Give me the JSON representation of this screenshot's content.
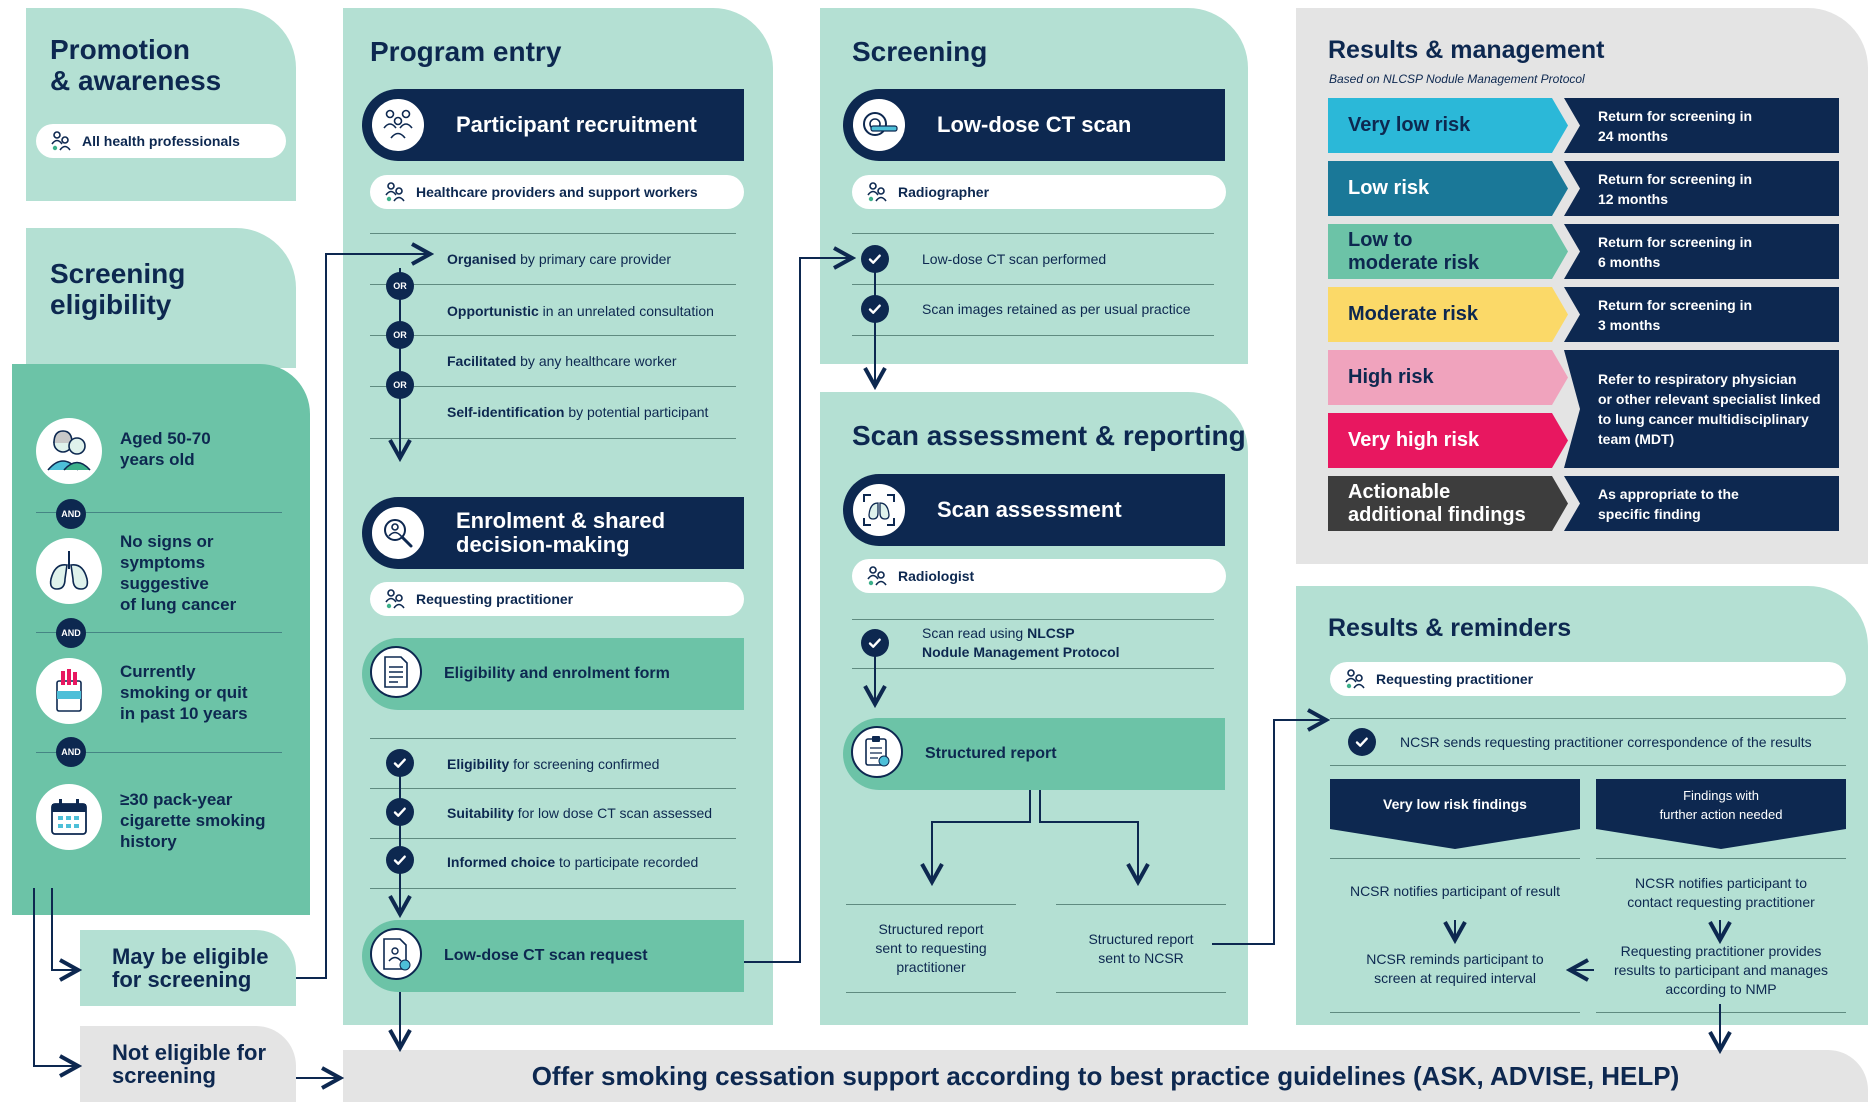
{
  "promotion": {
    "title": "Promotion\n& awareness",
    "role": "All health professionals"
  },
  "eligibility": {
    "title": "Screening\neligibility",
    "items": [
      {
        "text": "Aged 50-70\nyears old",
        "icon": "older-couple-icon"
      },
      {
        "text": "No signs or\nsymptoms\nsuggestive\nof lung cancer",
        "icon": "lungs-icon"
      },
      {
        "text": "Currently\nsmoking or quit\nin past 10 years",
        "icon": "cigarette-pack-icon"
      },
      {
        "text": "≥30 pack-year\ncigarette smoking\nhistory",
        "icon": "calendar-icon"
      }
    ],
    "and_label": "AND",
    "may_be": "May be eligible\nfor screening",
    "not_eligible": "Not eligible for\nscreening"
  },
  "program_entry": {
    "title": "Program entry",
    "recruitment": {
      "heading": "Participant recruitment",
      "role": "Healthcare providers and support workers",
      "or_label": "OR",
      "steps": [
        {
          "bold": "Organised",
          "rest": " by primary care provider"
        },
        {
          "bold": "Opportunistic",
          "rest": " in an unrelated consultation"
        },
        {
          "bold": "Facilitated",
          "rest": " by any healthcare worker"
        },
        {
          "bold": "Self-identification",
          "rest": " by potential participant"
        }
      ]
    },
    "enrolment": {
      "heading": "Enrolment & shared\ndecision-making",
      "role": "Requesting practitioner",
      "form": "Eligibility and enrolment form",
      "steps": [
        {
          "bold": "Eligibility",
          "rest": " for screening confirmed"
        },
        {
          "bold": "Suitability",
          "rest": " for low dose CT scan assessed"
        },
        {
          "bold": "Informed choice",
          "rest": " to participate recorded"
        }
      ],
      "request": "Low-dose CT scan request"
    }
  },
  "screening": {
    "title": "Screening",
    "heading": "Low-dose CT scan",
    "role": "Radiographer",
    "steps": [
      "Low-dose CT scan performed",
      "Scan images retained as per usual practice"
    ]
  },
  "assessment": {
    "title": "Scan assessment & reporting",
    "heading": "Scan assessment",
    "role": "Radiologist",
    "step_plain": "Scan read using ",
    "step_bold": "NLCSP\nNodule Management Protocol",
    "report": "Structured report",
    "outcome_left": "Structured report\nsent to requesting\npractitioner",
    "outcome_right": "Structured report\nsent to NCSR"
  },
  "results": {
    "title": "Results & management",
    "subtitle": "Based on NLCSP Nodule Management Protocol",
    "rows": [
      {
        "label": "Very low risk",
        "color": "#2bb8d8",
        "out": "Return for screening in\n24 months"
      },
      {
        "label": "Low risk",
        "color": "#1a7898",
        "out": "Return for screening in\n12 months"
      },
      {
        "label": "Low to\nmoderate risk",
        "color": "#6cc3a7",
        "out": "Return for screening in\n6 months"
      },
      {
        "label": "Moderate risk",
        "color": "#fbd968",
        "out": "Return for screening in\n3 months"
      },
      {
        "label": "High risk",
        "color": "#f0a3bd",
        "out": "Refer to respiratory physician\nor other relevant specialist linked\nto lung cancer multidisciplinary\nteam (MDT)"
      },
      {
        "label": "Very high risk",
        "color": "#e81760",
        "out": ""
      },
      {
        "label": "Actionable\nadditional findings",
        "color": "#3d3d3d",
        "out": "As appropriate to the\nspecific finding"
      }
    ]
  },
  "reminders": {
    "title": "Results & reminders",
    "role": "Requesting practitioner",
    "step": "NCSR sends requesting practitioner correspondence of the results",
    "left_head": "Very low risk findings",
    "right_head": "Findings with\nfurther action needed",
    "left_1": "NCSR notifies participant of result",
    "right_1": "NCSR notifies participant to\ncontact requesting practitioner",
    "left_2": "NCSR reminds participant to\nscreen at required interval",
    "right_2": "Requesting practitioner provides\nresults to participant and manages\naccording to NMP"
  },
  "footer": "Offer smoking cessation support according to best practice guidelines (ASK, ADVISE, HELP)"
}
